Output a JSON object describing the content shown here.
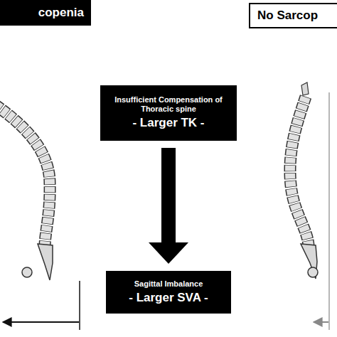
{
  "diagram": {
    "nodes": [
      {
        "text": [
          "copenia"
        ]
      },
      {
        "text": [
          "No Sarcop"
        ]
      },
      {
        "text": [
          "Insufficient Compensation of Thoracic spine",
          "- Larger TK -"
        ]
      },
      {
        "text": [
          "Sagittal Imbalance",
          "- Larger SVA -"
        ]
      }
    ],
    "edges": [
      {
        "from": 2,
        "to": 3,
        "arrow": "to"
      }
    ]
  }
}
